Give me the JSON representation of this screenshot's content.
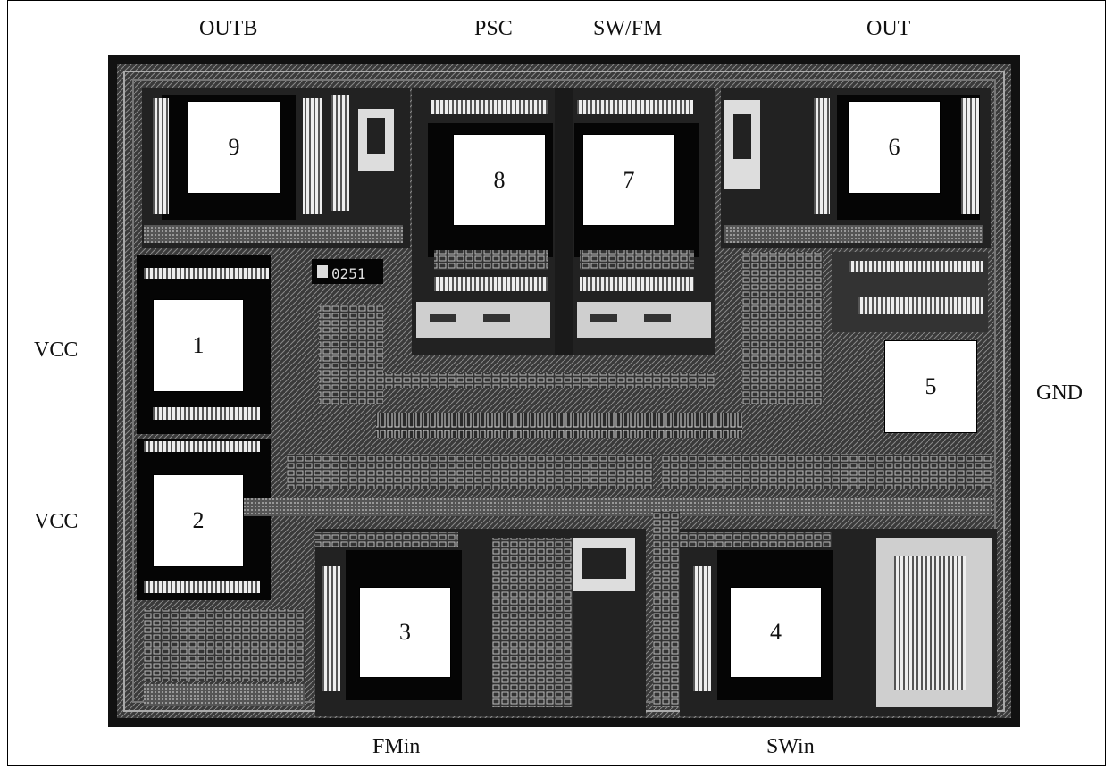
{
  "chip": {
    "marking": "0251",
    "pins": {
      "top": [
        "OUTB",
        "PSC",
        "SW/FM",
        "OUT"
      ],
      "left": [
        "VCC",
        "VCC"
      ],
      "right": [
        "GND"
      ],
      "bottom": [
        "FMin",
        "SWin"
      ]
    },
    "pads": [
      "1",
      "2",
      "3",
      "4",
      "5",
      "6",
      "7",
      "8",
      "9"
    ]
  }
}
